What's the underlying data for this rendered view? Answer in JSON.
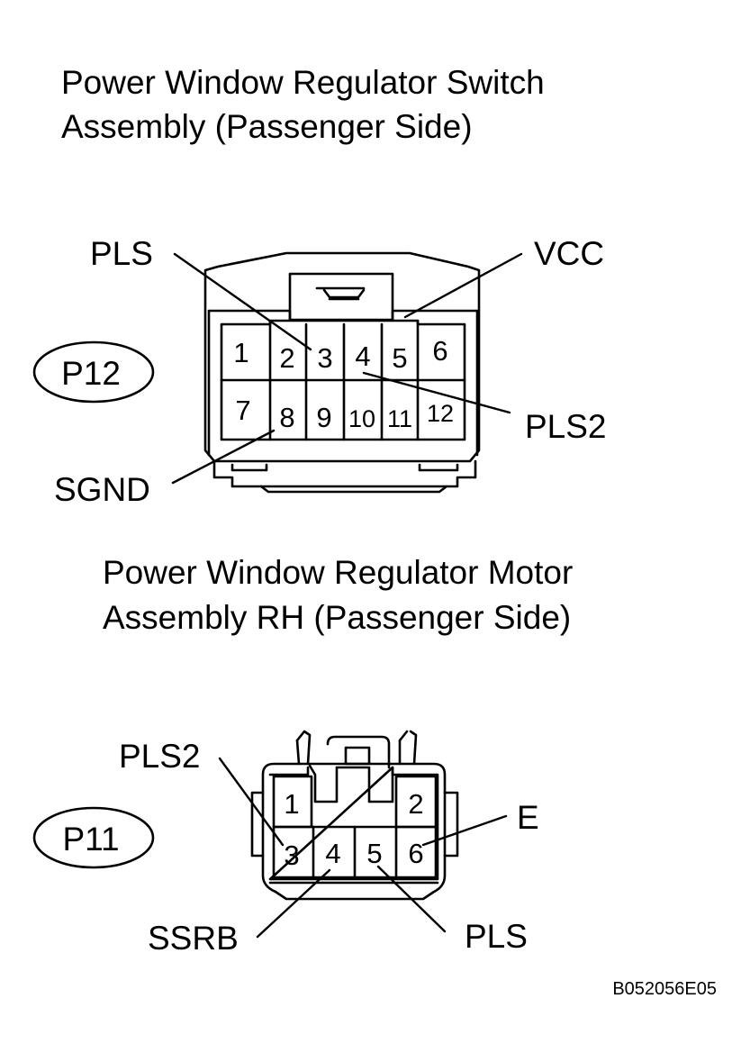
{
  "connector_p12": {
    "title_line1": "Power Window Regulator Switch",
    "title_line2": "Assembly (Passenger Side)",
    "code": "P12",
    "pins": [
      "1",
      "2",
      "3",
      "4",
      "5",
      "6",
      "7",
      "8",
      "9",
      "10",
      "11",
      "12"
    ],
    "signals": {
      "pls": "PLS",
      "vcc": "VCC",
      "pls2": "PLS2",
      "sgnd": "SGND"
    }
  },
  "connector_p11": {
    "title_line1": "Power Window Regulator Motor",
    "title_line2": "Assembly RH (Passenger Side)",
    "code": "P11",
    "pins": [
      "1",
      "2",
      "3",
      "4",
      "5",
      "6"
    ],
    "signals": {
      "pls2": "PLS2",
      "e": "E",
      "ssrb": "SSRB",
      "pls": "PLS"
    }
  },
  "figure_code": "B052056E05"
}
